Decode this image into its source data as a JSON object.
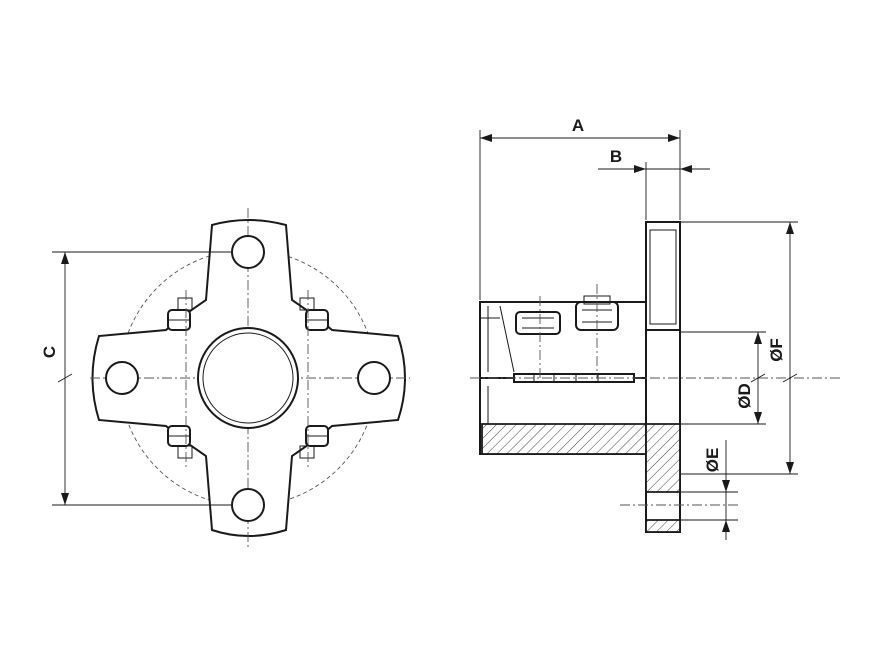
{
  "labels": {
    "A": "A",
    "B": "B",
    "C": "C",
    "D": "ØD",
    "E": "ØE",
    "F": "ØF"
  }
}
